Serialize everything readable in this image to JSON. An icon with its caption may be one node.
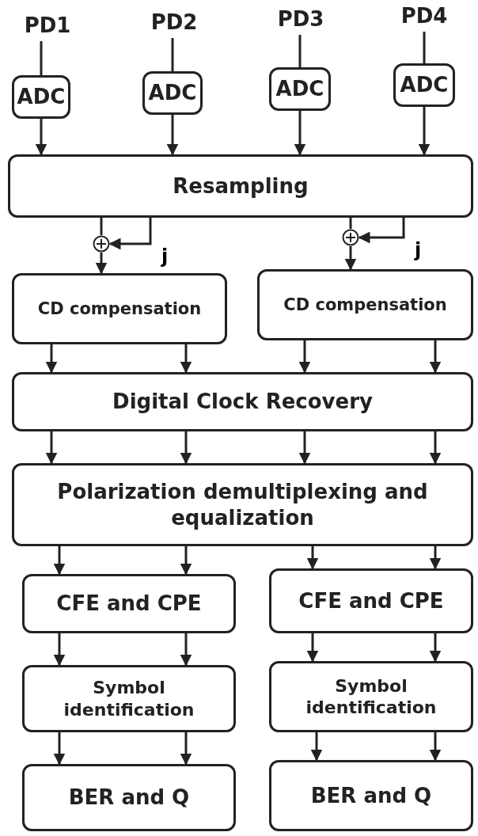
{
  "diagram": {
    "nodes": [
      {
        "text": [
          "PD1"
        ]
      },
      {
        "text": [
          "PD2"
        ]
      },
      {
        "text": [
          "PD3"
        ]
      },
      {
        "text": [
          "PD4"
        ]
      },
      {
        "text": [
          "ADC"
        ]
      },
      {
        "text": [
          "ADC"
        ]
      },
      {
        "text": [
          "ADC"
        ]
      },
      {
        "text": [
          "ADC"
        ]
      },
      {
        "text": [
          "Resampling"
        ]
      },
      {
        "text": [],
        "shape": "circle"
      },
      {
        "text": [],
        "shape": "circle"
      },
      {
        "text": [
          "CD compensation"
        ]
      },
      {
        "text": [
          "CD compensation"
        ]
      },
      {
        "text": [
          "Digital Clock Recovery"
        ]
      },
      {
        "text": [
          "Polarization demultiplexing and equalization"
        ]
      },
      {
        "text": [
          "CFE and CPE"
        ]
      },
      {
        "text": [
          "CFE and CPE"
        ]
      },
      {
        "text": [
          "Symbol identification"
        ]
      },
      {
        "text": [
          "Symbol identification"
        ]
      },
      {
        "text": [
          "BER and Q"
        ]
      },
      {
        "text": [
          "BER and Q"
        ]
      }
    ],
    "edges": [
      {
        "from": 0,
        "to": 4,
        "arrow": "none"
      },
      {
        "from": 1,
        "to": 5,
        "arrow": "none"
      },
      {
        "from": 2,
        "to": 6,
        "arrow": "none"
      },
      {
        "from": 3,
        "to": 7,
        "arrow": "none"
      },
      {
        "from": 4,
        "to": 8,
        "arrow": "to"
      },
      {
        "from": 5,
        "to": 8,
        "arrow": "to"
      },
      {
        "from": 6,
        "to": 8,
        "arrow": "to"
      },
      {
        "from": 7,
        "to": 8,
        "arrow": "to"
      },
      {
        "from": 8,
        "to": 9,
        "arrow": "none"
      },
      {
        "from": 8,
        "to": 9,
        "arrow": "to",
        "label": "j"
      },
      {
        "from": 9,
        "to": 11,
        "arrow": "to"
      },
      {
        "from": 8,
        "to": 10,
        "arrow": "none"
      },
      {
        "from": 8,
        "to": 10,
        "arrow": "to",
        "label": "j"
      },
      {
        "from": 10,
        "to": 12,
        "arrow": "to"
      },
      {
        "from": 11,
        "to": 13,
        "arrow": "to"
      },
      {
        "from": 11,
        "to": 13,
        "arrow": "to"
      },
      {
        "from": 12,
        "to": 13,
        "arrow": "to"
      },
      {
        "from": 12,
        "to": 13,
        "arrow": "to"
      },
      {
        "from": 13,
        "to": 14,
        "arrow": "to"
      },
      {
        "from": 13,
        "to": 14,
        "arrow": "to"
      },
      {
        "from": 13,
        "to": 14,
        "arrow": "to"
      },
      {
        "from": 13,
        "to": 14,
        "arrow": "to"
      },
      {
        "from": 14,
        "to": 15,
        "arrow": "to"
      },
      {
        "from": 14,
        "to": 15,
        "arrow": "to"
      },
      {
        "from": 14,
        "to": 16,
        "arrow": "to"
      },
      {
        "from": 14,
        "to": 16,
        "arrow": "to"
      },
      {
        "from": 15,
        "to": 17,
        "arrow": "to"
      },
      {
        "from": 15,
        "to": 17,
        "arrow": "to"
      },
      {
        "from": 16,
        "to": 18,
        "arrow": "to"
      },
      {
        "from": 16,
        "to": 18,
        "arrow": "to"
      },
      {
        "from": 17,
        "to": 19,
        "arrow": "to"
      },
      {
        "from": 17,
        "to": 19,
        "arrow": "to"
      },
      {
        "from": 18,
        "to": 20,
        "arrow": "to"
      },
      {
        "from": 18,
        "to": 20,
        "arrow": "to"
      }
    ]
  }
}
